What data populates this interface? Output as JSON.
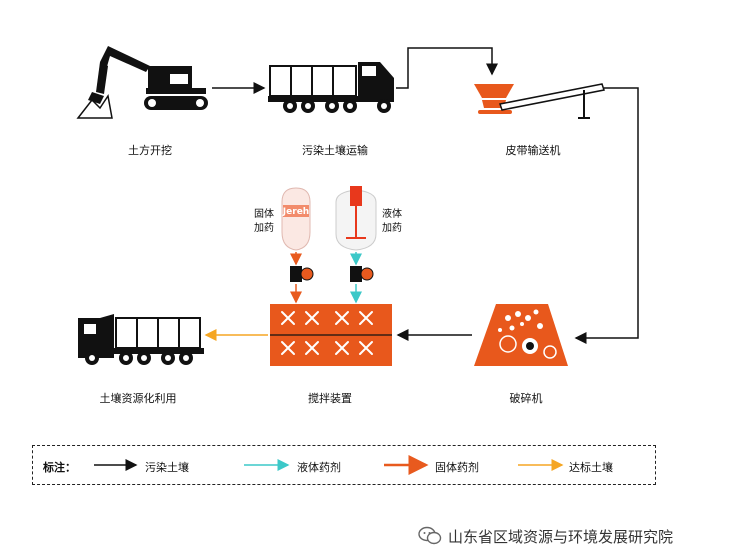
{
  "labels": {
    "excavation": "土方开挖",
    "transport": "污染土壤运输",
    "conveyor": "皮带输送机",
    "solid_dosing": "固体\n加药",
    "liquid_dosing": "液体\n加药",
    "mixer": "搅拌装置",
    "crusher": "破碎机",
    "reuse": "土壤资源化利用",
    "tank_brand": "Jereh"
  },
  "legend": {
    "title": "标注：",
    "items": [
      {
        "label": "污染土壤",
        "color": "#111111"
      },
      {
        "label": "液体药剂",
        "color": "#3cc8c8"
      },
      {
        "label": "固体药剂",
        "color": "#e85a1e"
      },
      {
        "label": "达标土壤",
        "color": "#f5a623"
      }
    ]
  },
  "watermark": "山东省区域资源与环境发展研究院",
  "colors": {
    "black_flow": "#111111",
    "liquid": "#3cc8c8",
    "solid": "#e85a1e",
    "qualified": "#f5a623",
    "orange_equipment": "#e8581c"
  }
}
